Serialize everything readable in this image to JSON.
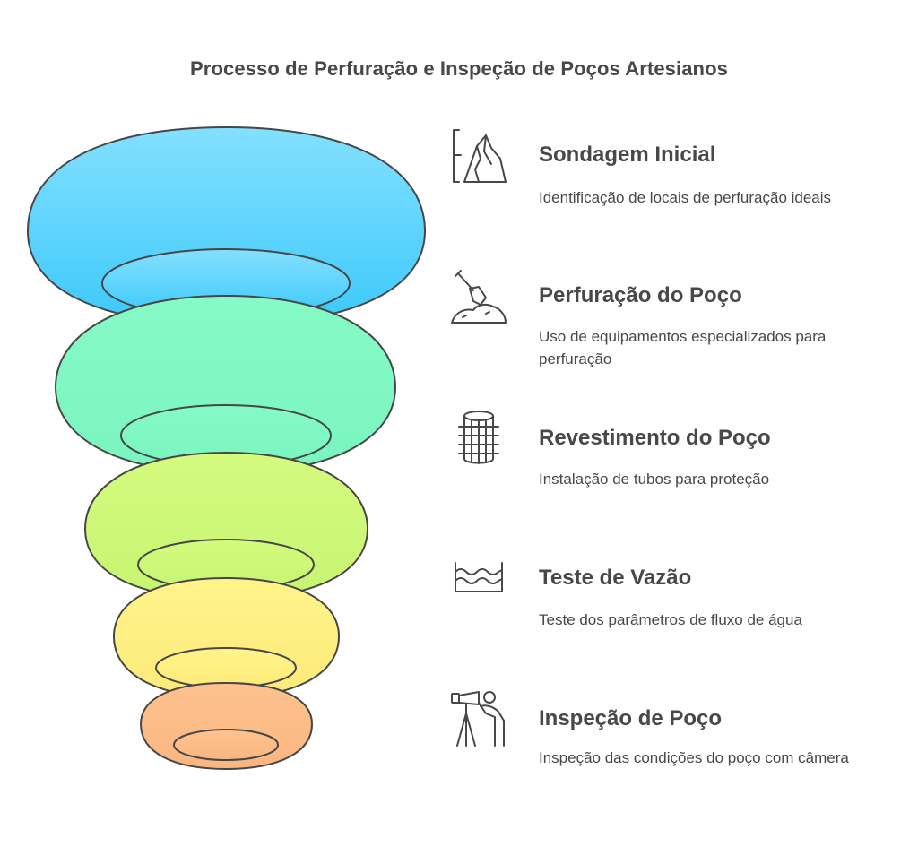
{
  "title": "Processo de Perfuração e Inspeção de Poços Artesianos",
  "steps": [
    {
      "title": "Sondagem Inicial",
      "description": "Identificação de locais de perfuração ideais",
      "icon": "mountain-measure-icon",
      "color": "#7DD8FD"
    },
    {
      "title": "Perfuração do Poço",
      "description": "Uso de equipamentos especializados para perfuração",
      "icon": "shovel-dirt-icon",
      "color": "#7FF8C4"
    },
    {
      "title": "Revestimento do Poço",
      "description": "Instalação de tubos para proteção",
      "icon": "pipe-casing-icon",
      "color": "#CDF87A"
    },
    {
      "title": "Teste de Vazão",
      "description": "Teste dos parâmetros de fluxo de água",
      "icon": "water-level-icon",
      "color": "#FEF083"
    },
    {
      "title": "Inspeção de Poço",
      "description": "Inspeção das condições do poço com câmera",
      "icon": "person-telescope-icon",
      "color": "#FDBD8A"
    }
  ]
}
